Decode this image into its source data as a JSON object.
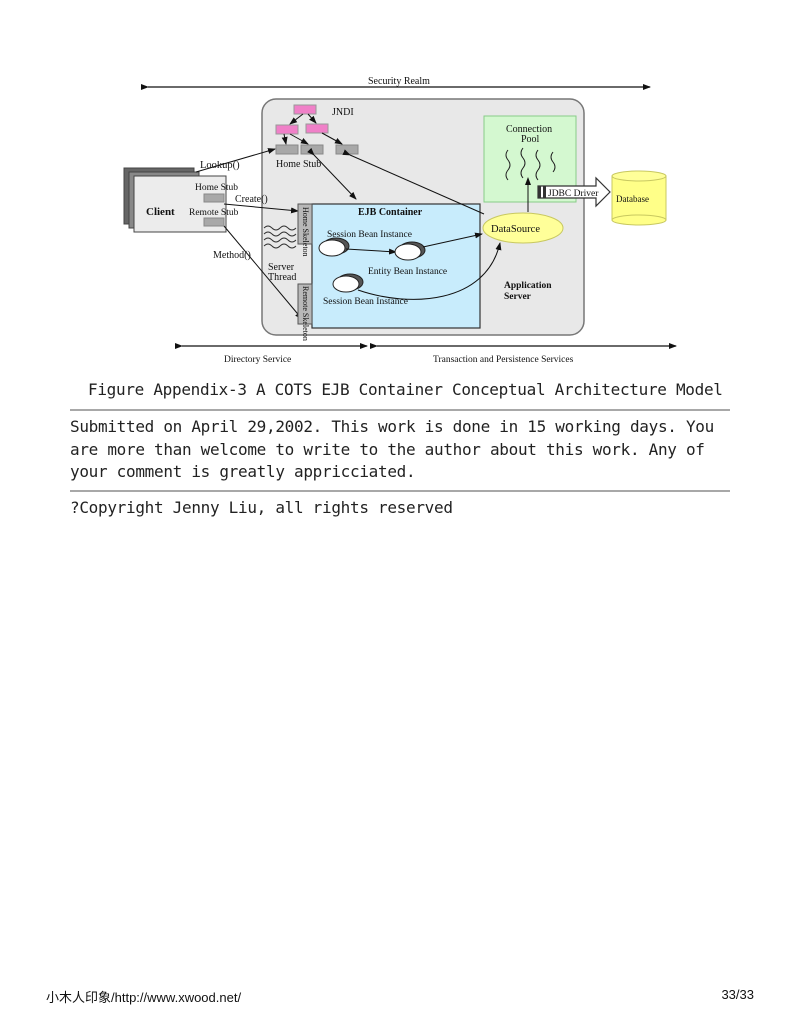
{
  "figure": {
    "labels": {
      "security_realm": "Security Realm",
      "jndi": "JNDI",
      "connection_pool_line1": "Connection",
      "connection_pool_line2": "Pool",
      "lookup": "Lookup()",
      "home_stub_top": "Home Stub",
      "home_stub_client": "Home Stub",
      "create": "Create()",
      "client": "Client",
      "remote_stub": "Remote Stub",
      "jdbc_driver": "JDBC Driver",
      "database": "Database",
      "ejb_container": "EJB Container",
      "home_skeleton": "Home Skeleton",
      "session_bean_1": "Session Bean Instance",
      "datasource": "DataSource",
      "method": "Method()",
      "server_thread_line1": "Server",
      "server_thread_line2": "Thread",
      "entity_bean": "Entity Bean Instance",
      "remote_skeleton": "Remote Skeleton",
      "application_server_line1": "Application",
      "application_server_line2": "Server",
      "session_bean_2": "Session Bean Instance",
      "directory_service": "Directory Service",
      "transaction_services": "Transaction and Persistence Services"
    },
    "caption": "Figure Appendix-3 A COTS EJB Container Conceptual Architecture Model"
  },
  "body": {
    "lines": [
      "Submitted on April 29,2002. This work is done in 15 working days. You",
      "are more than welcome to write to the author about this work. Any of",
      "your comment is greatly appricciated."
    ],
    "copyright": "?Copyright Jenny Liu, all rights reserved"
  },
  "footer": {
    "site": "小木人印象/http://www.xwood.net/",
    "page": "33/33"
  },
  "colors": {
    "jndi_pink": "#f080c8",
    "stub_gray": "#a8a8a8",
    "container_blue": "#c8ecfc",
    "pool_green": "#d4f8d0",
    "datasource_yellow": "#ffff99",
    "database_yellow": "#ffff88"
  }
}
